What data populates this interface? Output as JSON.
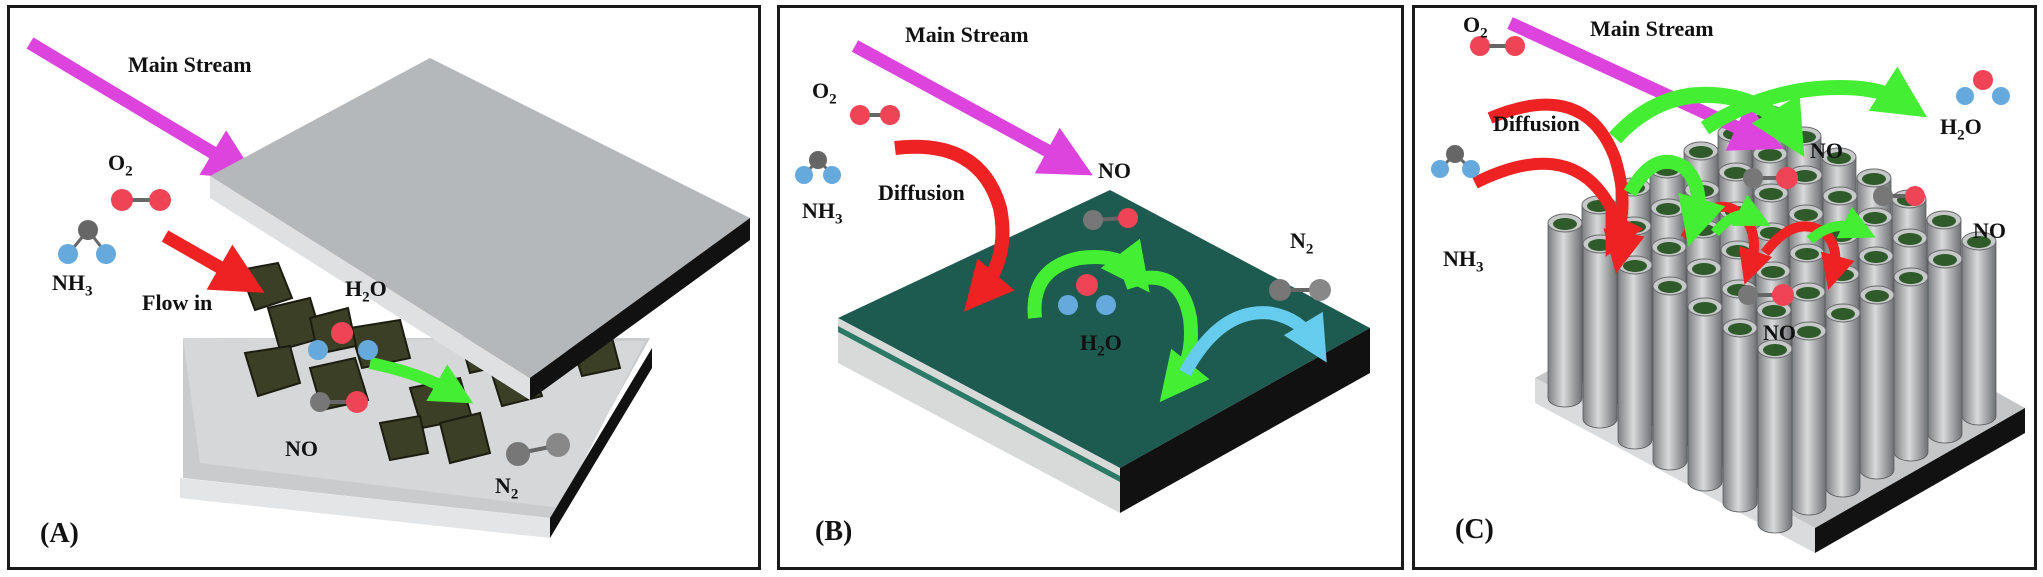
{
  "panels": [
    {
      "label": "(A)",
      "main_stream": "Main Stream",
      "o2": "O",
      "o2_sub": "2",
      "nh3": "NH",
      "nh3_sub": "3",
      "flow_in": "Flow in",
      "h2o_pre": "H",
      "h2o_sub": "2",
      "h2o_post": "O",
      "no": "NO",
      "n2": "N",
      "n2_sub": "2"
    },
    {
      "label": "(B)",
      "main_stream": "Main Stream",
      "o2": "O",
      "o2_sub": "2",
      "nh3": "NH",
      "nh3_sub": "3",
      "diffusion": "Diffusion",
      "no": "NO",
      "n2": "N",
      "n2_sub": "2",
      "h2o_pre": "H",
      "h2o_sub": "2",
      "h2o_post": "O"
    },
    {
      "label": "(C)",
      "main_stream": "Main Stream",
      "o2": "O",
      "o2_sub": "2",
      "diffusion": "Diffusion",
      "nh3": "NH",
      "nh3_sub": "3",
      "no_top": "NO",
      "h2o_pre": "H",
      "h2o_sub": "2",
      "h2o_post": "O",
      "no_right": "NO",
      "no_center": "NO"
    }
  ],
  "colors": {
    "main_stream_arrow": "#dd44dd",
    "diffusion_arrow": "#ee2222",
    "reaction_arrow": "#44ee33",
    "product_arrow": "#66ccee",
    "plate_top": "#b5b8ba",
    "catalyst_film": "#1d5a50",
    "oxygen_atom": "#ee4455",
    "hydrogen_atom": "#66aadd",
    "nitrogen_atom": "#777777"
  }
}
